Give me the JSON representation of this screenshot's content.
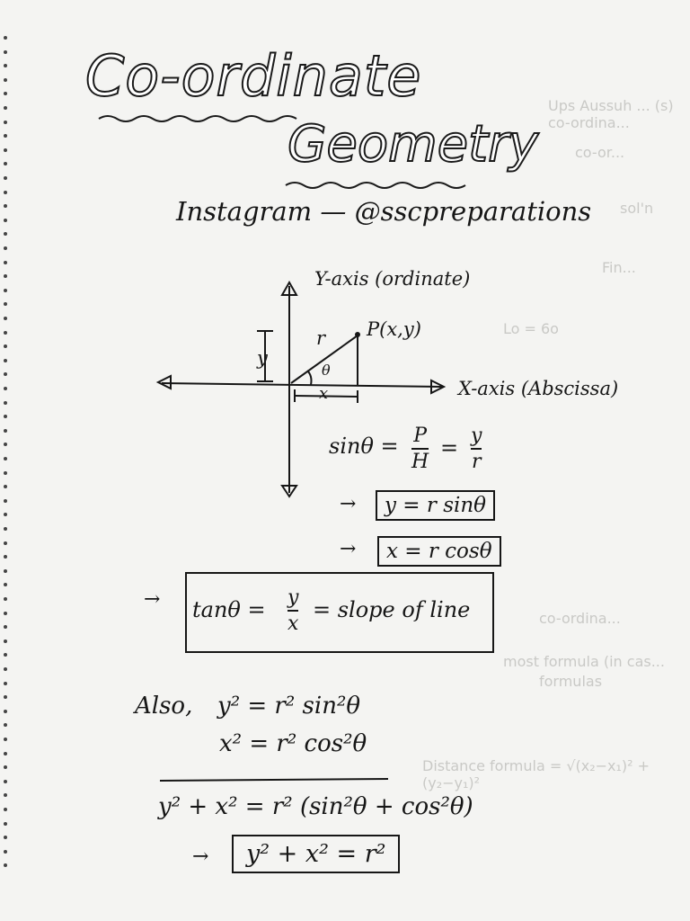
{
  "title": {
    "line1": "Co-ordinate",
    "line2": "Geometry"
  },
  "instagram": "Instagram — @sscpreparations",
  "diagram": {
    "y_axis_label": "Y-axis (ordinate)",
    "x_axis_label": "X-axis (Abscissa)",
    "point_label": "P(x,y)",
    "r_label": "r",
    "theta_label": "θ",
    "y_dim_label": "y",
    "x_dim_label": "x"
  },
  "formulas": {
    "sin_lhs": "sinθ =",
    "sin_p": "P",
    "sin_h": "H",
    "sin_eq": "=",
    "sin_y": "y",
    "sin_r": "r",
    "y_eq": "y = r sinθ",
    "x_eq": "x = r cosθ",
    "arrow": "→",
    "tan_lhs": "tanθ =",
    "tan_num": "y",
    "tan_den": "x",
    "tan_rhs": "= slope of line",
    "also": "Also,",
    "also_y": "y² = r² sin²θ",
    "also_x": "x² = r² cos²θ",
    "sum": "y² + x² = r² (sin²θ + cos²θ)",
    "final": "y² + x² = r²"
  },
  "ghost_text": {
    "g1": "Ups Aussuh ... (s) co-ordina...",
    "g2": "co-or...",
    "g3": "sol'n",
    "g4": "Fin...",
    "g5": "Lo = 6o",
    "g6": "co-ordina...",
    "g7": "formulas",
    "g8": "Distance formula = √(x₂−x₁)² + (y₂−y₁)²",
    "g9": "most formula (in cas..."
  }
}
